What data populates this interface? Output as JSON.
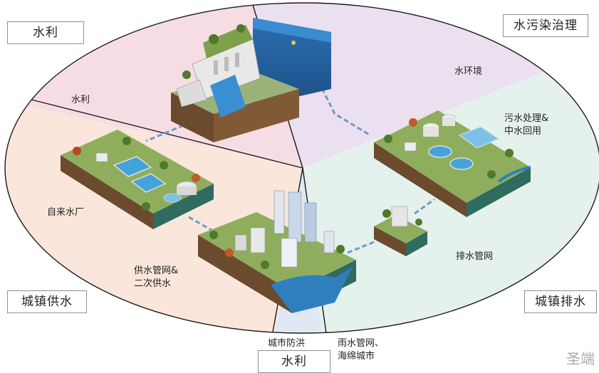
{
  "categories": {
    "water_conservancy_top": "水利",
    "water_pollution": "水污染治理",
    "urban_supply": "城镇供水",
    "urban_drainage": "城镇排水",
    "water_conservancy_bottom": "水利"
  },
  "labels": {
    "water_conservancy": "水利",
    "water_environment": "水环境",
    "sewage_treatment_line1": "污水处理&",
    "sewage_treatment_line2": "中水回用",
    "waterworks": "自来水厂",
    "supply_network_line1": "供水管网&",
    "supply_network_line2": "二次供水",
    "drainage_network": "排水管网",
    "flood_control": "城市防洪",
    "rain_network_line1": "雨水管网、",
    "sponge_city": "海绵城市"
  },
  "watermark": "圣端",
  "colors": {
    "sector_conservancy": "#f6dde4",
    "sector_environment": "#ebe0ef",
    "sector_supply": "#fbe6db",
    "sector_drainage": "#e4f1ec",
    "sector_flood": "#dfe8f3",
    "water": "#2f7fbf",
    "grass": "#7ea04a"
  }
}
